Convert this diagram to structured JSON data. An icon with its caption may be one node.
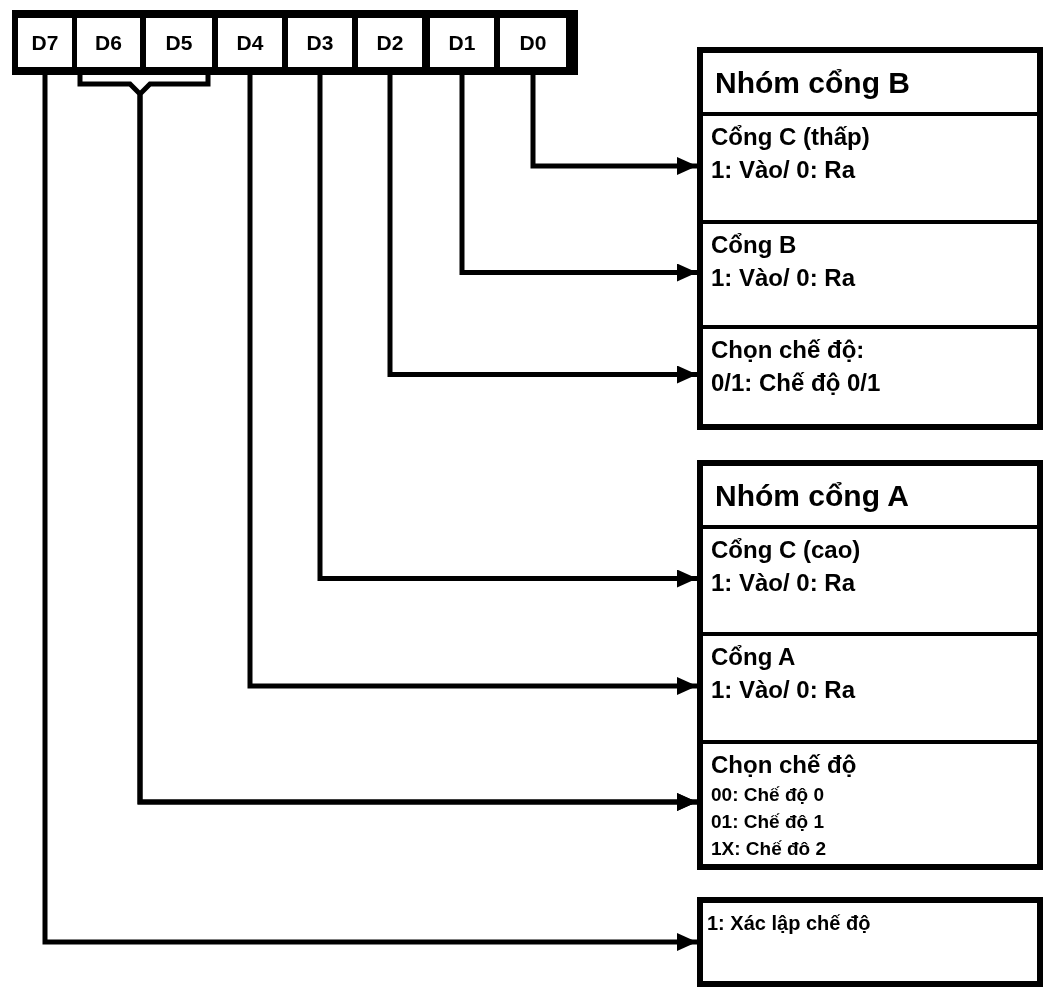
{
  "diagram": {
    "nodes": [
      {
        "text": [],
        "shape": "box"
      },
      {
        "text": [
          "D7"
        ],
        "in": 0
      },
      {
        "text": [
          "D6"
        ],
        "in": 0
      },
      {
        "text": [
          "D5"
        ],
        "in": 0
      },
      {
        "text": [
          "D4"
        ],
        "in": 0
      },
      {
        "text": [
          "D3"
        ],
        "in": 0
      },
      {
        "text": [
          "D2"
        ],
        "in": 0
      },
      {
        "text": [
          "D1"
        ],
        "in": 0
      },
      {
        "text": [
          "D0"
        ],
        "in": 0
      },
      {
        "text": [
          "Nhóm cổng B"
        ]
      },
      {
        "text": [
          "Cổng C (thấp)",
          "1: Vào/ 0: Ra"
        ],
        "in": 9
      },
      {
        "text": [
          "Cổng B",
          "1: Vào/ 0: Ra"
        ],
        "in": 9
      },
      {
        "text": [
          "Chọn chế độ:",
          "0/1: Chế độ 0/1"
        ],
        "in": 9
      },
      {
        "text": [
          "Nhóm cổng A"
        ]
      },
      {
        "text": [
          "Cổng C (cao)",
          "1: Vào/ 0: Ra"
        ],
        "in": 13
      },
      {
        "text": [
          "Cổng A",
          "1: Vào/ 0: Ra"
        ],
        "in": 13
      },
      {
        "text": [
          "Chọn chế độ",
          "00: Chế độ 0",
          "01: Chế độ 1",
          "1X: Chế đô 2"
        ],
        "in": 13
      },
      {
        "text": [
          "1: Xác lập chế độ"
        ]
      }
    ],
    "edges": [
      {
        "from": 8,
        "to": 10,
        "arrow": "to"
      },
      {
        "from": 7,
        "to": 11,
        "arrow": "to"
      },
      {
        "from": 6,
        "to": 12,
        "arrow": "to"
      },
      {
        "from": 5,
        "to": 14,
        "arrow": "to"
      },
      {
        "from": 4,
        "to": 15,
        "arrow": "to"
      },
      {
        "from": 2,
        "to": 16,
        "arrow": "to"
      },
      {
        "from": 3,
        "to": 16,
        "arrow": "to"
      },
      {
        "from": 1,
        "to": 17,
        "arrow": "to"
      }
    ]
  }
}
